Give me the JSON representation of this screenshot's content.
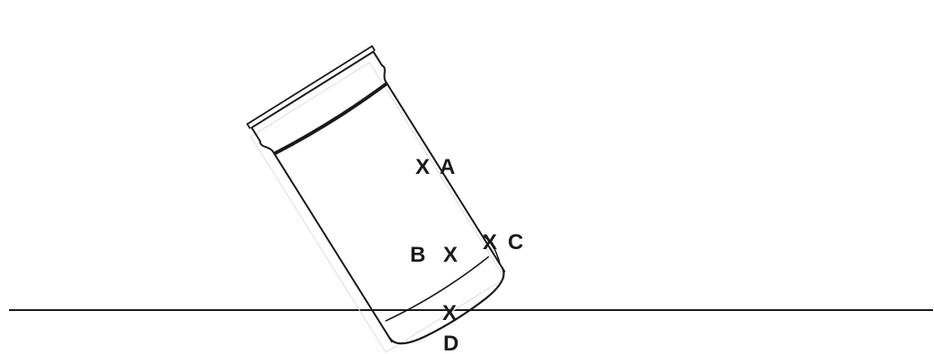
{
  "diagram": {
    "points": [
      {
        "id": "A",
        "mark": "X",
        "label": "A"
      },
      {
        "id": "B",
        "mark": "X",
        "label": "B"
      },
      {
        "id": "C",
        "mark": "X",
        "label": "C"
      },
      {
        "id": "D",
        "mark": "X",
        "label": "D"
      }
    ],
    "colors": {
      "ink": "#1a1a1a",
      "background": "#ffffff"
    }
  }
}
